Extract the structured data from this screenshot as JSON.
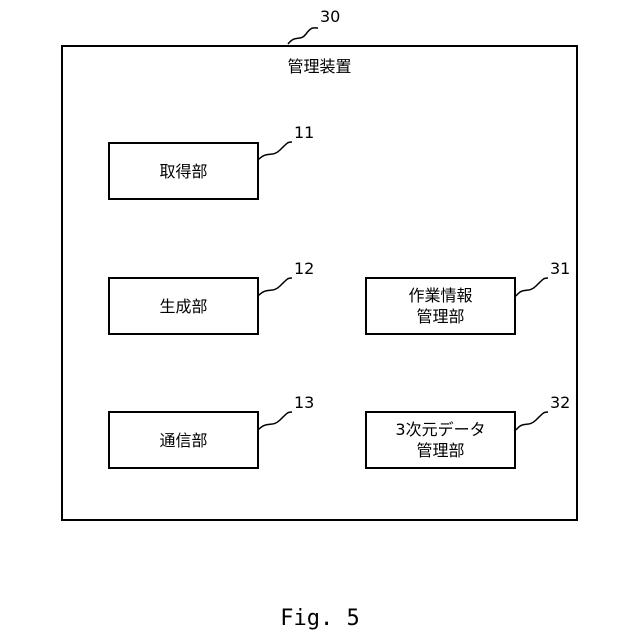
{
  "device": {
    "label": "管理装置",
    "ref": "30"
  },
  "blocks": [
    {
      "label_lines": [
        "取得部"
      ],
      "ref": "11"
    },
    {
      "label_lines": [
        "生成部"
      ],
      "ref": "12"
    },
    {
      "label_lines": [
        "通信部"
      ],
      "ref": "13"
    },
    {
      "label_lines": [
        "作業情報",
        "管理部"
      ],
      "ref": "31"
    },
    {
      "label_lines": [
        "3次元データ",
        "管理部"
      ],
      "ref": "32"
    }
  ],
  "caption": "Fig. 5"
}
